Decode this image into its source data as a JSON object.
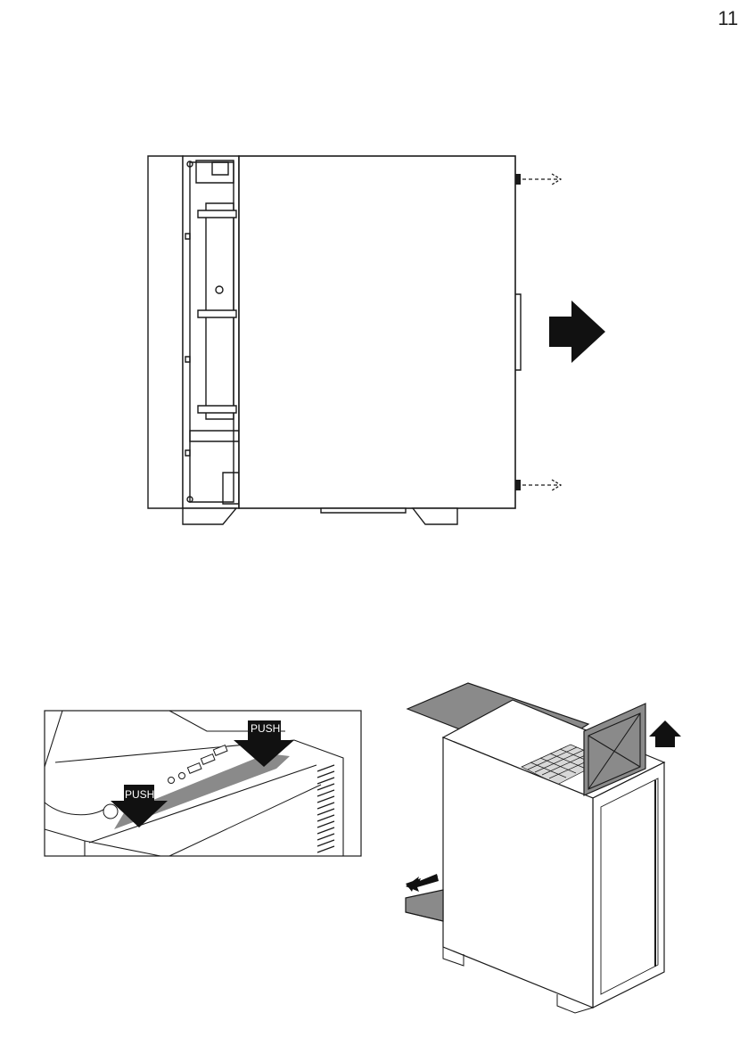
{
  "page": {
    "number": "11"
  },
  "callouts": {
    "push_label_1": "PUSH",
    "push_label_2": "PUSH"
  },
  "colors": {
    "line": "#1a1a1a",
    "panel_grey": "#8a8a8a",
    "dark_grey": "#444444",
    "arrow": "#111111"
  }
}
